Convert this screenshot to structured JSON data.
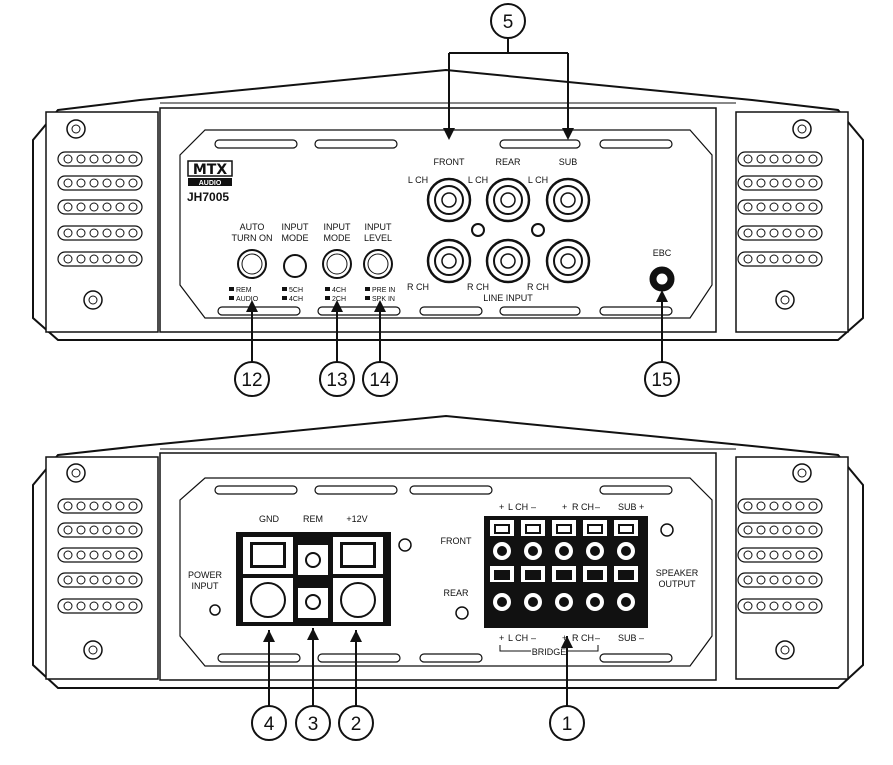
{
  "front_panel": {
    "brand_logo": "MTX",
    "brand_sub": "AUDIO",
    "model": "JH7005",
    "controls": {
      "auto_turn_on_l1": "AUTO",
      "auto_turn_on_l2": "TURN ON",
      "input_mode_1_l1": "INPUT",
      "input_mode_1_l2": "MODE",
      "input_mode_2_l1": "INPUT",
      "input_mode_2_l2": "MODE",
      "input_level_l1": "INPUT",
      "input_level_l2": "LEVEL"
    },
    "switch_positions": {
      "rem": "REM",
      "audio": "AUDIO",
      "ch5": "5CH",
      "ch4a": "4CH",
      "ch4b": "4CH",
      "ch2": "2CH",
      "pre_in": "PRE IN",
      "spk_in": "SPK IN"
    },
    "line_input": {
      "front": "FRONT",
      "rear": "REAR",
      "sub": "SUB",
      "lch1": "L CH",
      "lch2": "L CH",
      "lch3": "L CH",
      "rch1": "R CH",
      "rch2": "R CH",
      "rch3": "R CH",
      "title": "LINE INPUT"
    },
    "ebc": "EBC"
  },
  "rear_panel": {
    "gnd": "GND",
    "rem": "REM",
    "plus12v": "+12V",
    "power_input_l1": "POWER",
    "power_input_l2": "INPUT",
    "front": "FRONT",
    "rear": "REAR",
    "speaker_output_l1": "SPEAKER",
    "speaker_output_l2": "OUTPUT",
    "top_plus_l": "+",
    "top_lch": "L CH",
    "top_minus_l": "–",
    "top_plus_r": "+",
    "top_rch": "R CH",
    "top_minus_r": "–",
    "top_sub": "SUB +",
    "bot_plus_l": "+",
    "bot_lch": "L CH",
    "bot_minus_l": "–",
    "bot_plus_r": "+",
    "bot_rch": "R CH",
    "bot_minus_r": "–",
    "bot_sub": "SUB –",
    "bridge": "BRIDGE"
  },
  "callouts": {
    "c1": "1",
    "c2": "2",
    "c3": "3",
    "c4": "4",
    "c5": "5",
    "c12": "12",
    "c13": "13",
    "c14": "14",
    "c15": "15"
  }
}
